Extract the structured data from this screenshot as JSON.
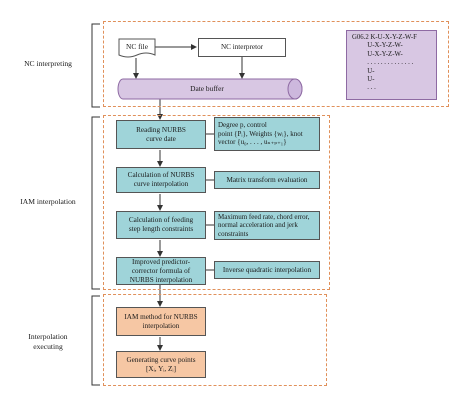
{
  "sections": {
    "nc_interpreting": "NC interpreting",
    "iam_interpolation": "IAM interpolation",
    "interpolation_executing": "Interpolation\nexecuting"
  },
  "nodes": {
    "nc_file": "NC file",
    "nc_interpretor": "NC interpretor",
    "date_buffer": "Date buffer",
    "reading_nurbs": "Reading NURBS\ncurve date",
    "calc_nurbs": "Calculation of NURBS\ncurve interpolation",
    "calc_feeding": "Calculation of feeding\nstep length constraints",
    "improved_pc": "Improved predictor-\ncorrector formula of\nNURBS interpolation",
    "iam_method": "IAM method for NURBS\ninterpolation",
    "generating_points": "Generating curve points\n[Xᵢ, Yᵢ, Zᵢ]"
  },
  "params": {
    "degree": "Degree p, control\npoint {Pᵢ}, Weights {wᵢ}, knot\nvector {u₀, . . . , uₙ₊ₚ₊₁}",
    "matrix": "Matrix transform evaluation",
    "max_feed": "Maximum feed rate, chord error,\nnormal acceleration and jerk\nconstraints",
    "inverse_quad": "Inverse quadratic interpolation"
  },
  "gcode": {
    "lines": [
      "G06.2 K-U-X-Y-Z-W-F",
      "         U-X-Y-Z-W-",
      "         U-X-Y-Z-W-",
      "         . . . . . . . . . . . . . .",
      "         U-",
      "         U-",
      "         . . ."
    ]
  },
  "colors": {
    "teal": "#9fd4d9",
    "orange": "#f6c7a4",
    "lilac": "#d8c7e3",
    "dashed_border": "#e0905a"
  }
}
